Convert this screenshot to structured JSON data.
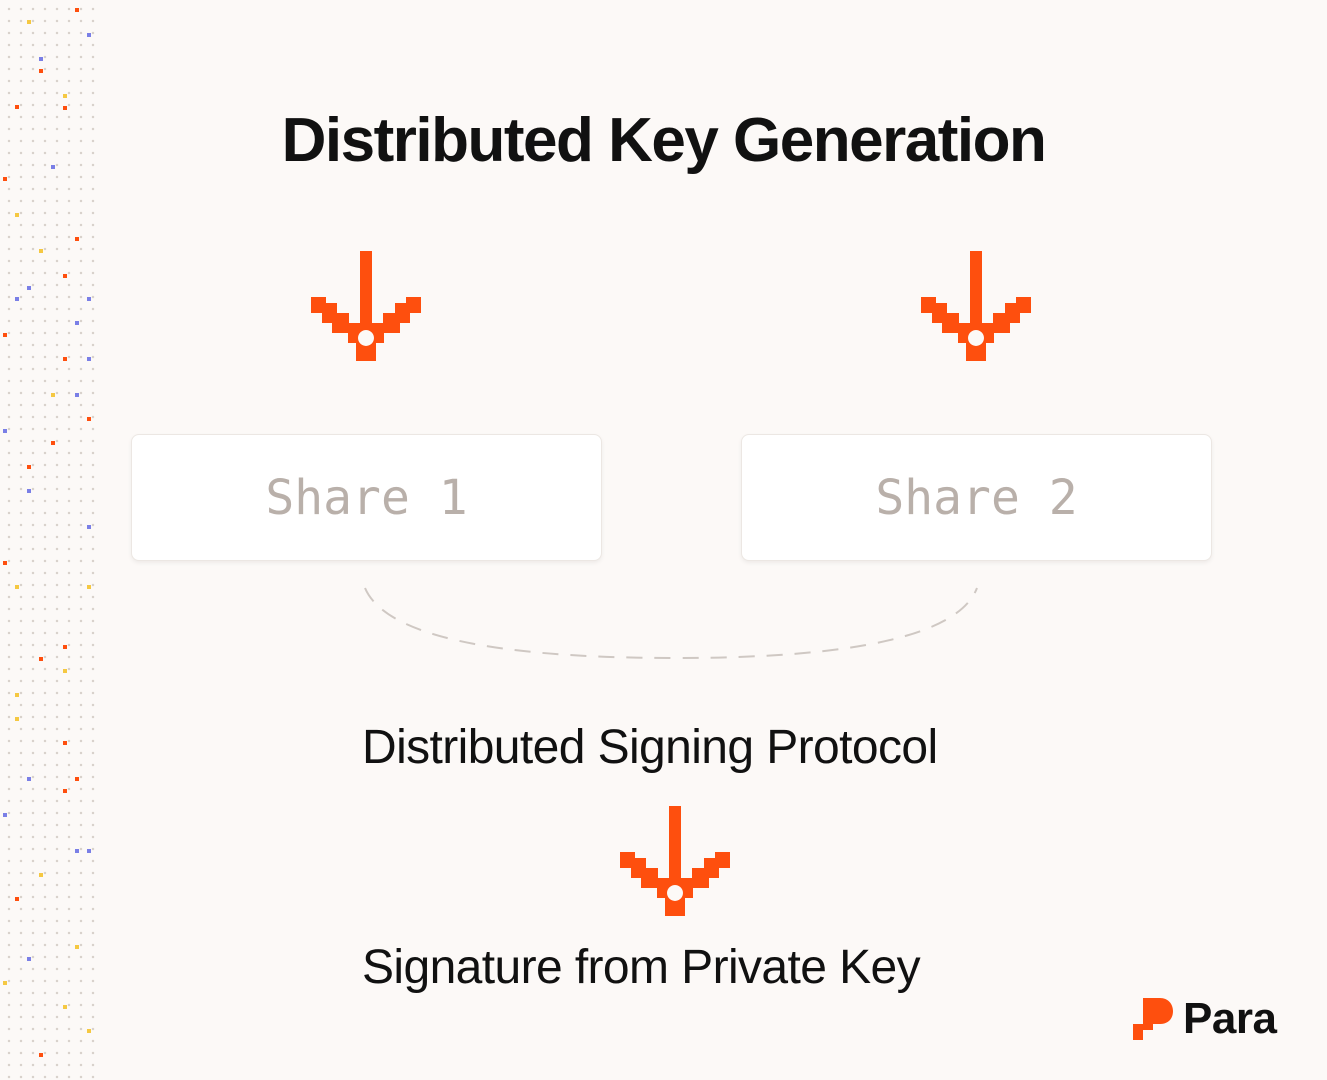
{
  "title": "Distributed Key Generation",
  "shares": [
    {
      "label": "Share 1"
    },
    {
      "label": "Share 2"
    }
  ],
  "protocol_label": "Distributed Signing Protocol",
  "result_label": "Signature from Private Key",
  "brand": {
    "name": "Para",
    "icon": "para-logo-icon"
  },
  "icons": {
    "arrow": "down-arrow-icon"
  },
  "colors": {
    "accent": "#fe4f0e",
    "background": "#fcf9f7",
    "card": "#ffffff",
    "share_text": "#b9b0aa",
    "text": "#111111"
  }
}
